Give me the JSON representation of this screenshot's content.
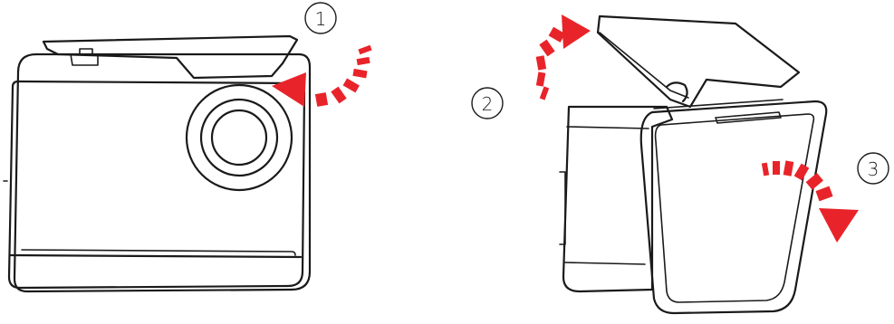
{
  "steps": [
    {
      "number": "1"
    },
    {
      "number": "2"
    },
    {
      "number": "3"
    }
  ],
  "colors": {
    "arrow": "#e8242a",
    "line": "#1a1a1a",
    "background": "#ffffff"
  }
}
